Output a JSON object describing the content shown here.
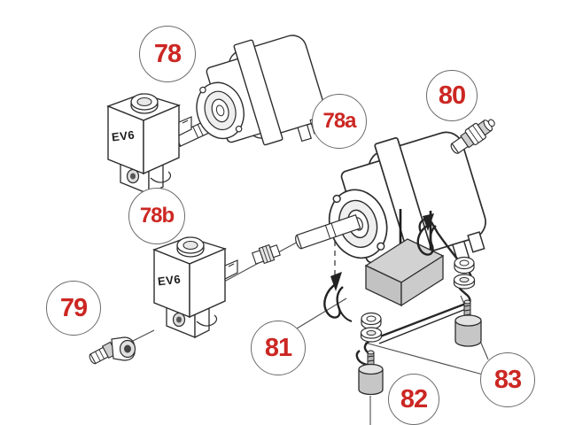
{
  "figure": {
    "type": "exploded-parts-diagram",
    "colors": {
      "background": "#ffffff",
      "line": "#2d2d2d",
      "callout_red": "#cc2723",
      "callout_ring": "#6c6c6c",
      "metal_gray": "#c6c6c6",
      "light_gray": "#e3e3e3"
    },
    "callouts": [
      {
        "id": "78",
        "label": "78"
      },
      {
        "id": "78a",
        "label": "78a"
      },
      {
        "id": "78b",
        "label": "78b"
      },
      {
        "id": "79",
        "label": "79"
      },
      {
        "id": "80",
        "label": "80"
      },
      {
        "id": "81",
        "label": "81"
      },
      {
        "id": "82",
        "label": "82"
      },
      {
        "id": "83",
        "label": "83"
      }
    ],
    "part_labels": [
      {
        "id": "ev6-valve-1",
        "label": "EV6"
      },
      {
        "id": "ev6-valve-2",
        "label": "EV6"
      }
    ]
  }
}
